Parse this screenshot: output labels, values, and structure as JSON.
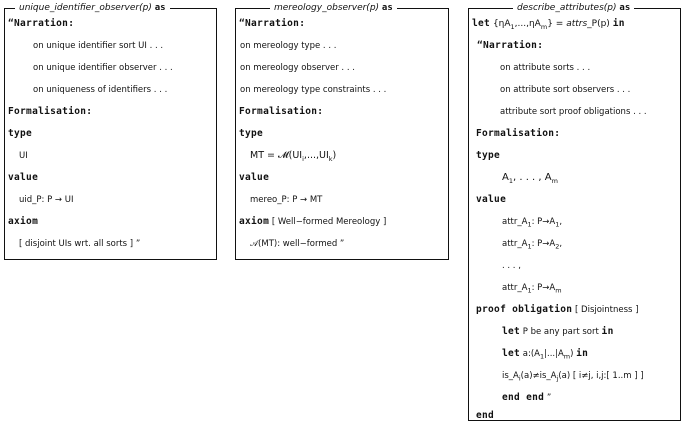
{
  "box1": {
    "caption_name": "unique_identifier_observer(p)",
    "caption_as": "as",
    "narration": "“Narration:",
    "n1": "on unique identifier sort UI . . .",
    "n2": "on unique identifier observer . . .",
    "n3": "on uniqueness of identifiers . . .",
    "formalisation": "Formalisation:",
    "type": "type",
    "type_val": "UI",
    "value": "value",
    "value_val": "uid_P: P → UI",
    "axiom": "axiom",
    "axiom_val": "[ disjoint UIs wrt. all sorts ] ”"
  },
  "box2": {
    "caption_name": "mereology_observer(p)",
    "caption_as": "as",
    "narration": "“Narration:",
    "n1": "on mereology type . . .",
    "n2": "on mereology observer . . .",
    "n3": "on mereology type constraints . . .",
    "formalisation": "Formalisation:",
    "type": "type",
    "type_val_a": "MT = 𝓜(UI",
    "type_val_sub1": "i",
    "type_val_b": ",...,UI",
    "type_val_sub2": "k",
    "type_val_c": ")",
    "value": "value",
    "value_val": "mereo_P: P → MT",
    "axiom": "axiom",
    "axiom_note": "[ Well−formed Mereology ]",
    "axiom_val": "𝒜(MT): well−formed ”"
  },
  "box3": {
    "caption_name": "describe_attributes(p)",
    "caption_as": "as",
    "let_kw": "let",
    "let_a": "{ηA",
    "let_sub1": "1",
    "let_b": ",...,ηA",
    "let_sub2": "m",
    "let_c": "} = ",
    "let_fn": "attrs",
    "let_d": "_P(p)",
    "let_in": "in",
    "narration": "“Narration:",
    "n1": "on attribute sorts . . .",
    "n2": "on attribute sort observers . . .",
    "n3": "attribute sort proof obligations . . .",
    "formalisation": "Formalisation:",
    "type": "type",
    "type_a": "A",
    "type_sub1": "1",
    "type_b": ", . . . ,  A",
    "type_sub2": "m",
    "value": "value",
    "v1_a": "attr_A",
    "v1_s1": "1",
    "v1_b": ": P→A",
    "v1_s2": "1",
    "v1_c": ",",
    "v2_a": "attr_A",
    "v2_s1": "1",
    "v2_b": ": P→A",
    "v2_s2": "2",
    "v2_c": ",",
    "v3": ". . . ,",
    "v4_a": "attr_A",
    "v4_s1": "1",
    "v4_b": ": P→A",
    "v4_s2": "m",
    "proof_kw": "proof obligation",
    "proof_note": "[ Disjointness ]",
    "p1_let": "let",
    "p1_text": "P be any part sort",
    "p1_in": "in",
    "p2_let": "let",
    "p2_a": "a:(A",
    "p2_s1": "1",
    "p2_b": "|...|A",
    "p2_s2": "m",
    "p2_c": ")",
    "p2_in": "in",
    "p3_a": "is_A",
    "p3_s1": "i",
    "p3_b": "(a)≠is_A",
    "p3_s2": "j",
    "p3_c": "(a)  [ i≠j, i,j:[ 1..m ] ]",
    "end_end": "end end",
    "end_quote": "”",
    "end": "end"
  }
}
